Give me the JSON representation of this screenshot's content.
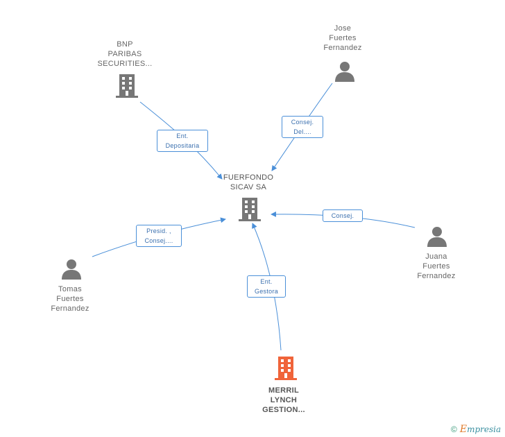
{
  "nodes": {
    "center": {
      "label": "FUERFONDO\nSICAV SA",
      "icon": "building-icon",
      "color": "#777777"
    },
    "bnp": {
      "label": "BNP\nPARIBAS\nSECURITIES...",
      "icon": "building-icon",
      "color": "#777777"
    },
    "jose": {
      "label": "Jose\nFuertes\nFernandez",
      "icon": "person-icon",
      "color": "#777777"
    },
    "juana": {
      "label": "Juana\nFuertes\nFernandez",
      "icon": "person-icon",
      "color": "#777777"
    },
    "tomas": {
      "label": "Tomas\nFuertes\nFernandez",
      "icon": "person-icon",
      "color": "#777777"
    },
    "merril": {
      "label": "MERRIL\nLYNCH\nGESTION...",
      "icon": "building-icon",
      "color": "#f0643a"
    }
  },
  "edges": {
    "bnp": {
      "label": "Ent.\nDepositaria"
    },
    "jose": {
      "label": "Consej.\nDel...."
    },
    "juana": {
      "label": "Consej."
    },
    "tomas": {
      "label": "Presid. ,\nConsej...."
    },
    "merril": {
      "label": "Ent.\nGestora"
    }
  },
  "colors": {
    "edge": "#4a8fd8",
    "text": "#666666"
  },
  "footer": {
    "copyright": "©",
    "brand_initial": "E",
    "brand_rest": "mpresia"
  }
}
